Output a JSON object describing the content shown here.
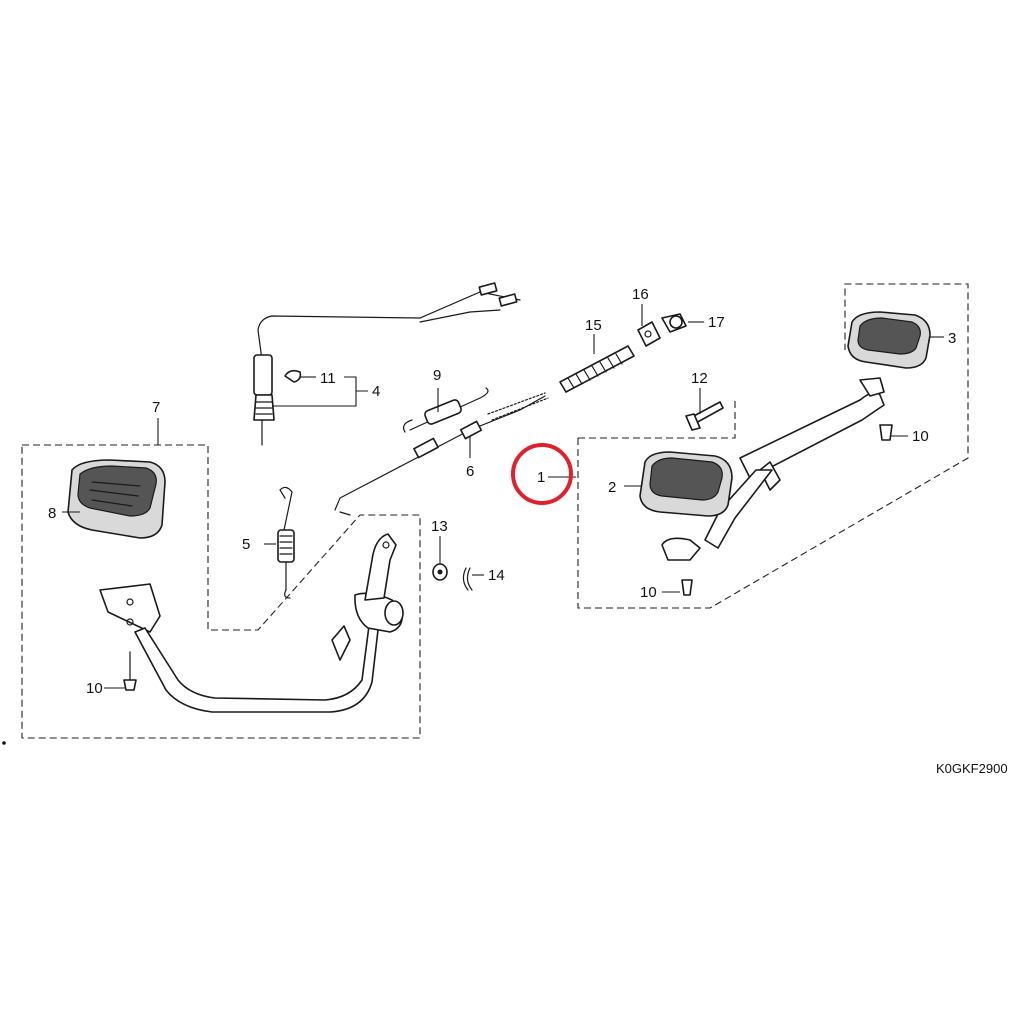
{
  "diagram": {
    "figure_code": "K0GKF2900",
    "highlight_color": "#e0202a",
    "callouts": {
      "c1": "1",
      "c2": "2",
      "c3": "3",
      "c4": "4",
      "c5": "5",
      "c6": "6",
      "c7": "7",
      "c8": "8",
      "c9": "9",
      "c10a": "10",
      "c10b": "10",
      "c10c": "10",
      "c11": "11",
      "c12": "12",
      "c13": "13",
      "c14": "14",
      "c15": "15",
      "c16": "16",
      "c17": "17"
    }
  }
}
